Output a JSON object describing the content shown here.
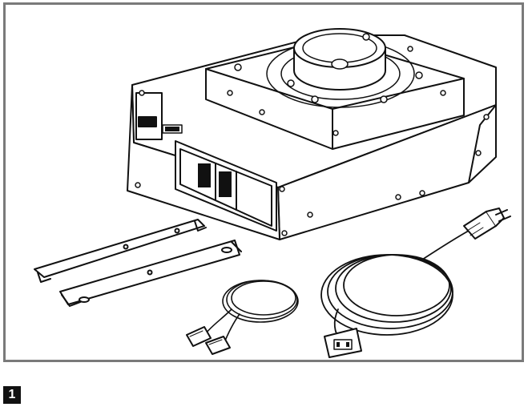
{
  "figure": {
    "number": "1",
    "colors": {
      "frame": "#7a7a7a",
      "line": "#111111",
      "fill": "#ffffff",
      "badge_background": "#111111",
      "badge_text": "#ffffff"
    },
    "components": [
      "projector-unit",
      "mounting-rail",
      "network-cable",
      "power-cord"
    ]
  }
}
